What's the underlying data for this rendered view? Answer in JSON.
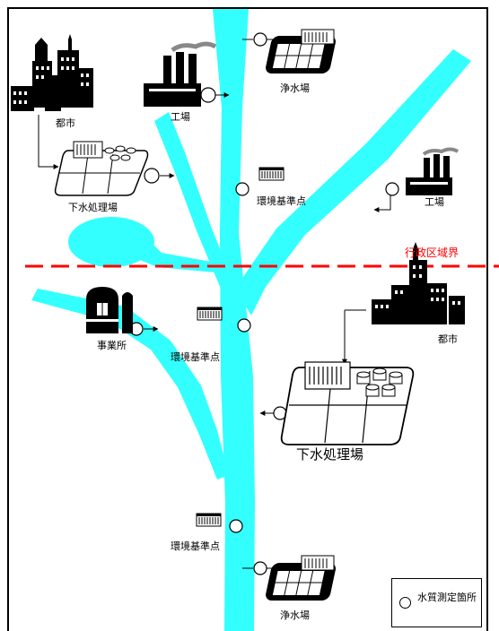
{
  "labels": {
    "top_purification": "浄水場",
    "top_factory": "工場",
    "top_city": "都市",
    "top_sewage": "下水処理場",
    "right_factory": "工場",
    "monitoring_upper": "環境基準点",
    "boundary": "行政区域界",
    "business": "事業所",
    "monitoring_middle": "環境基準点",
    "lower_city": "都市",
    "lower_sewage": "下水処理場",
    "monitoring_lower": "環境基準点",
    "bottom_purification": "浄水場"
  },
  "legend": {
    "text": "水質測定箇所"
  },
  "colors": {
    "river": "#33ffff",
    "boundary": "#ff0000"
  }
}
